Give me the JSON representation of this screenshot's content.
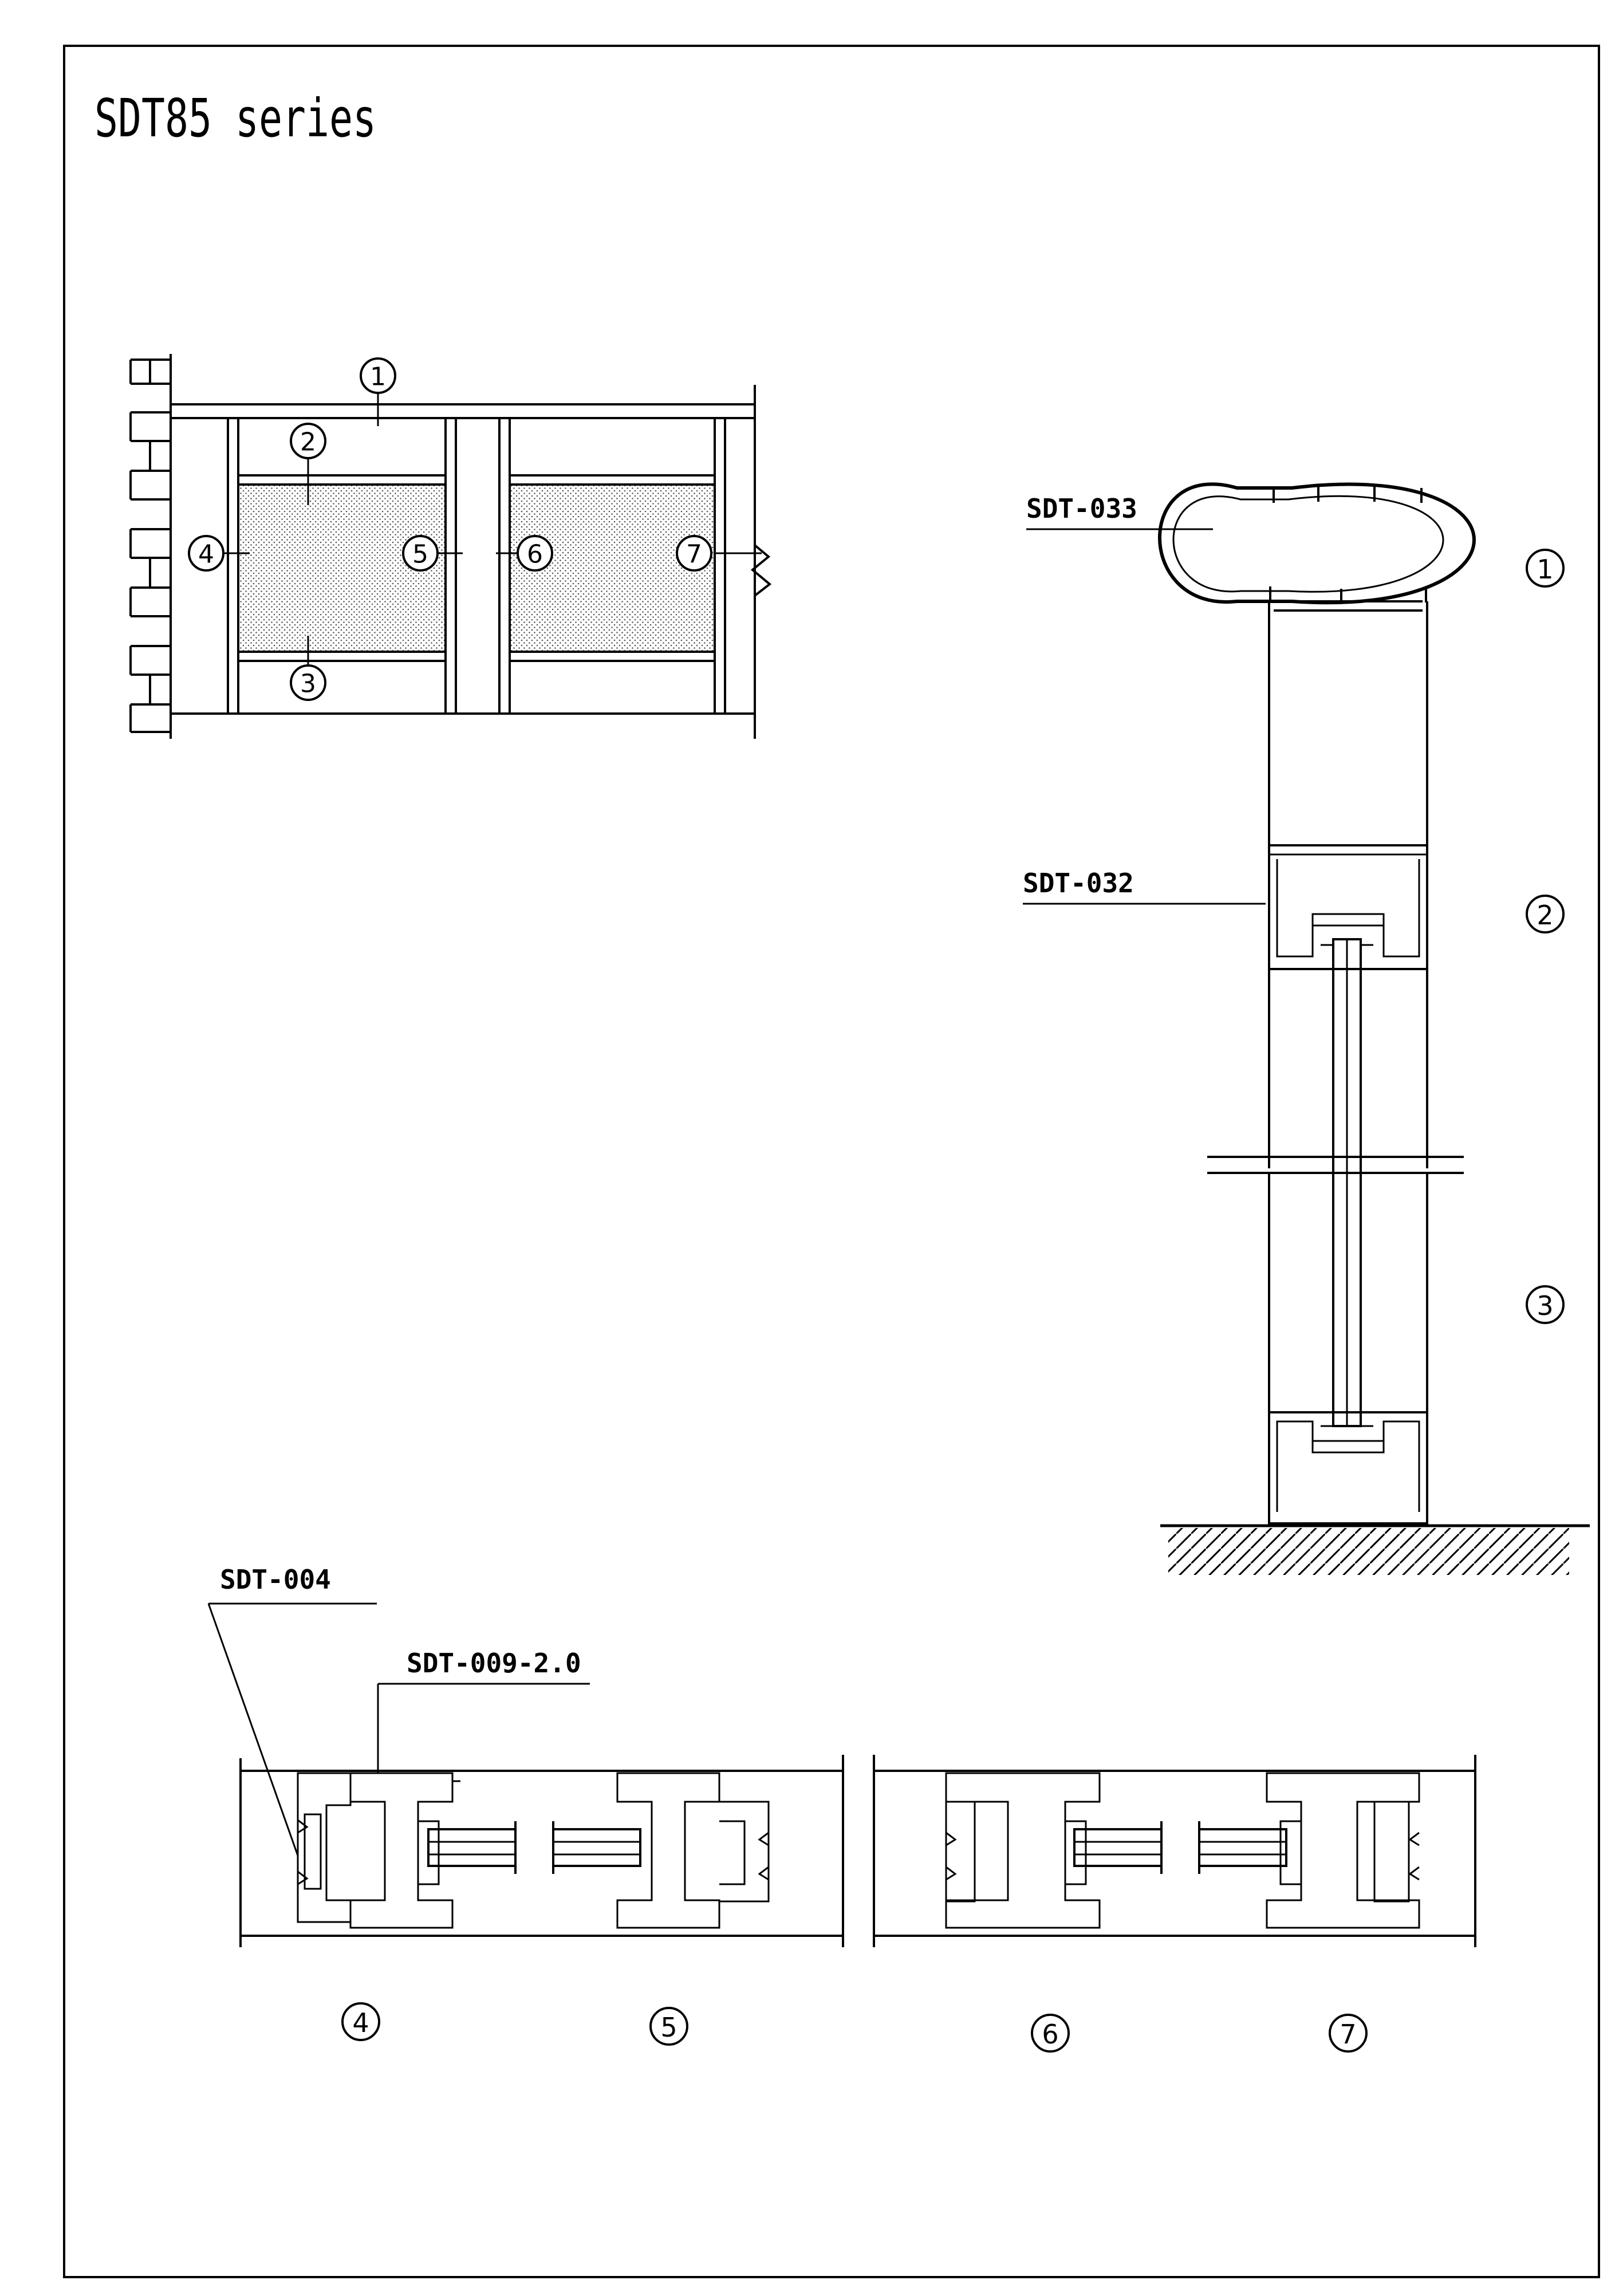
{
  "title": "SDT85 series",
  "callouts": {
    "c1": "1",
    "c2": "2",
    "c3": "3",
    "c4": "4",
    "c5": "5",
    "c6": "6",
    "c7": "7"
  },
  "part_labels": {
    "top_rail": "SDT-033",
    "upper_frame": "SDT-032",
    "end_post": "SDT-004",
    "middle_post": "SDT-009-2.0"
  }
}
